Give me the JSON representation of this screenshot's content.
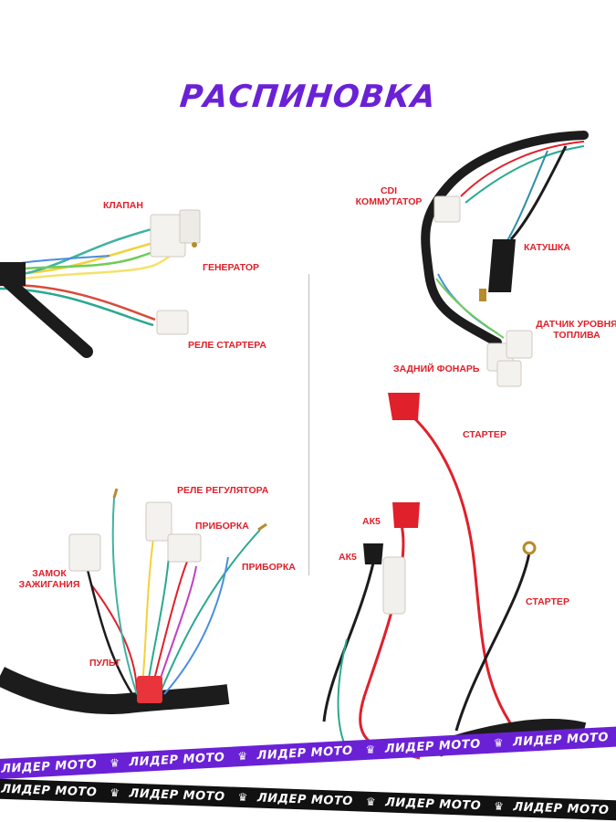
{
  "title": "РАСПИНОВКА",
  "labels": {
    "klapan": "КЛАПАН",
    "generator": "ГЕНЕРАТОР",
    "rele_startera": "РЕЛЕ СТАРТЕРА",
    "cdi_line1": "CDI",
    "cdi_line2": "КОММУТАТОР",
    "katushka": "КАТУШКА",
    "datchik_line1": "ДАТЧИК УРОВНЯ",
    "datchik_line2": "ТОПЛИВА",
    "zadniy_fonar": "ЗАДНИЙ ФОНАРЬ",
    "starter_top": "СТАРТЕР",
    "ak5_top": "АК5",
    "ak5_bottom": "АК5",
    "starter_bottom": "СТАРТЕР",
    "rele_regulyatora": "РЕЛЕ РЕГУЛЯТОРА",
    "priborka_1": "ПРИБОРКА",
    "priborka_2": "ПРИБОРКА",
    "zamok_line1": "ЗАМОК",
    "zamok_line2": "ЗАЖИГАНИЯ",
    "pult": "ПУЛЬТ"
  },
  "ribbon": {
    "text": "ЛИДЕР МОТО",
    "colors": {
      "purple": "#6a21d6",
      "black": "#111111"
    }
  },
  "colors": {
    "title": "#6a21d6",
    "label": "#e0202a"
  }
}
